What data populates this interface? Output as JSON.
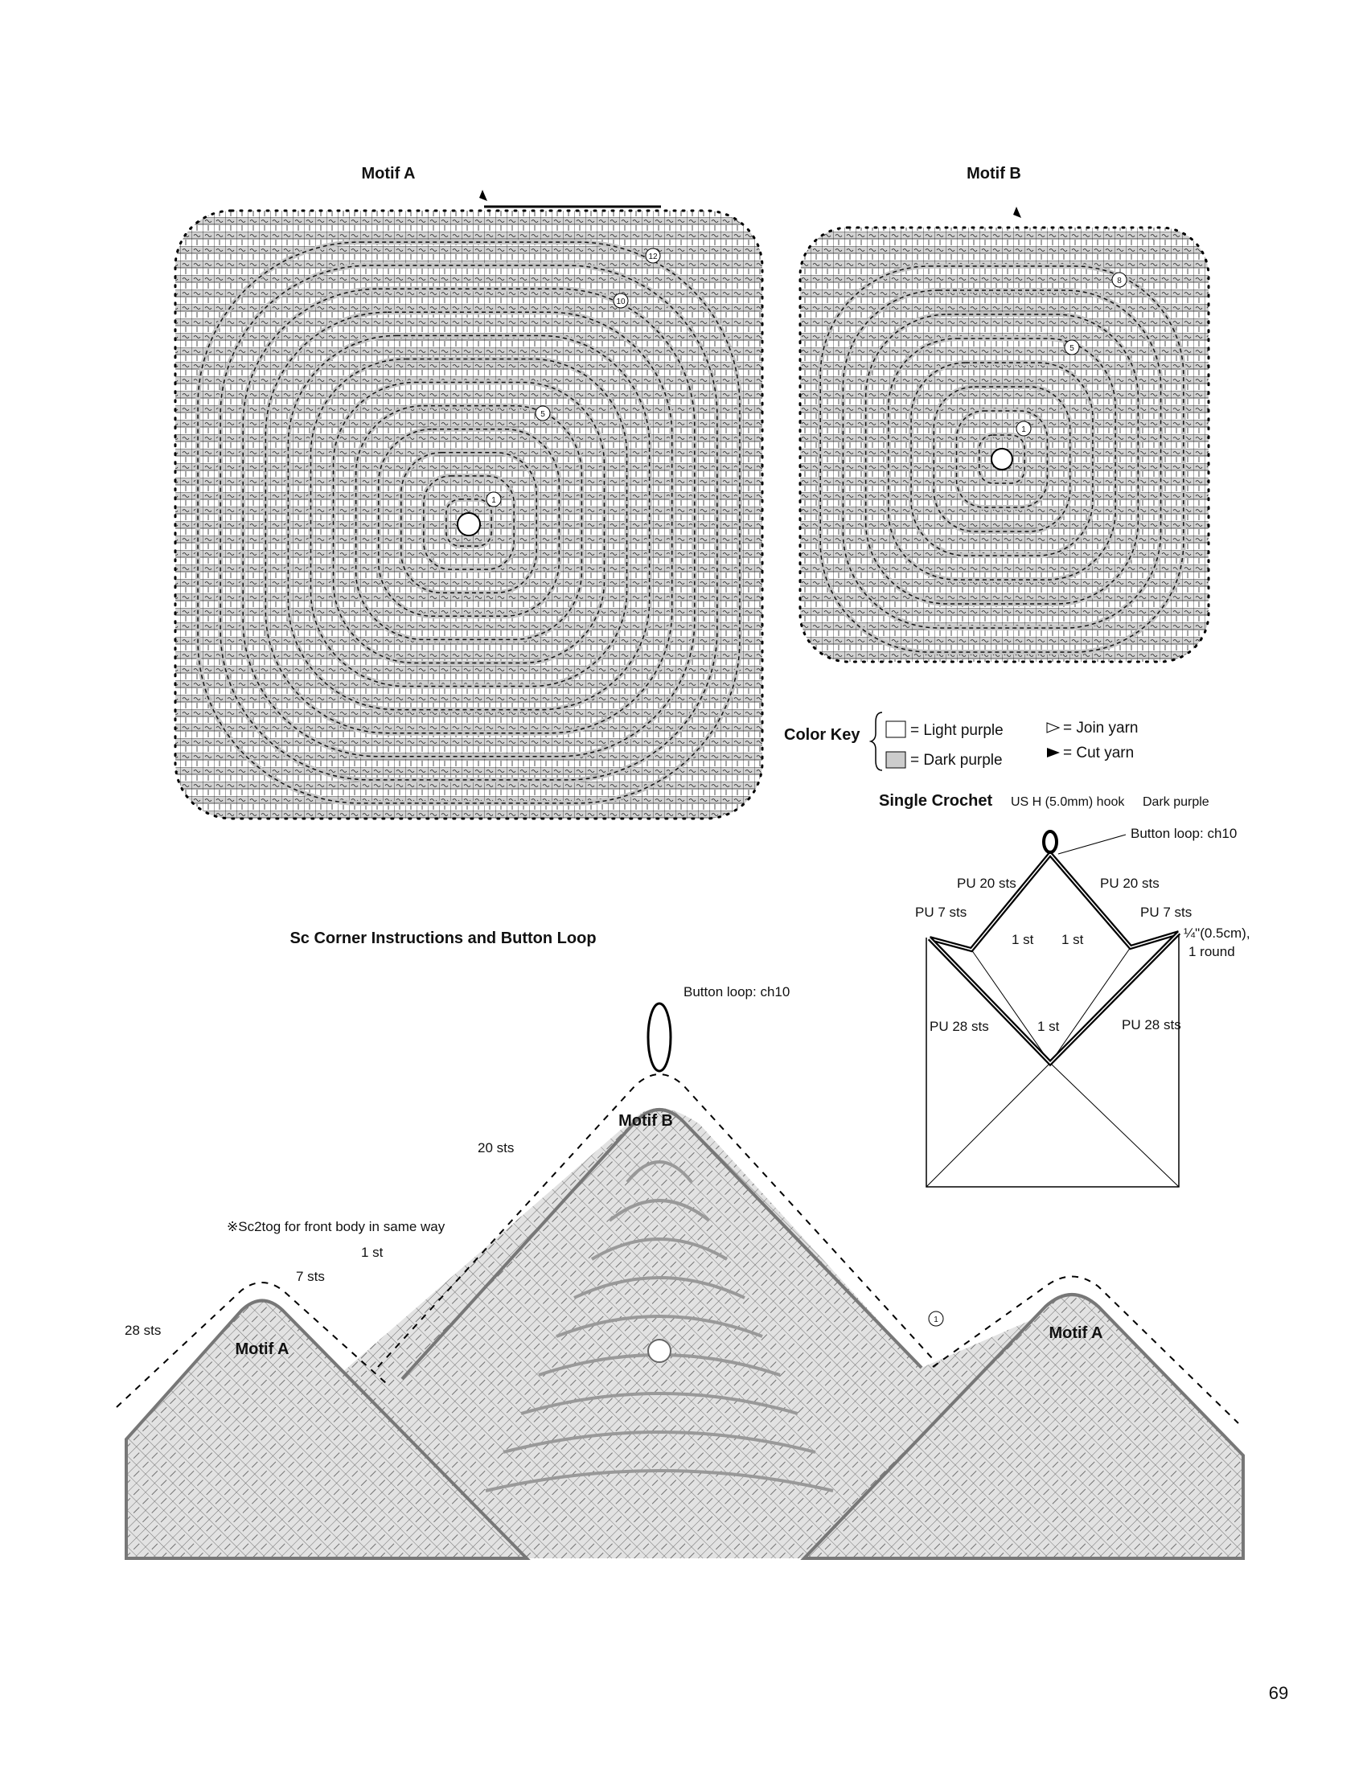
{
  "page": {
    "number": "69"
  },
  "motif_a": {
    "title": "Motif A",
    "round_labels": [
      "12",
      "10",
      "5",
      "1"
    ]
  },
  "motif_b": {
    "title": "Motif B",
    "round_labels": [
      "8",
      "5",
      "1"
    ]
  },
  "color_key": {
    "title": "Color Key",
    "light": "= Light purple",
    "dark": "= Dark purple",
    "join": "= Join yarn",
    "cut": "= Cut yarn",
    "light_color": "#ffffff",
    "dark_color": "#cccccc"
  },
  "single_crochet": {
    "title": "Single Crochet",
    "hook": "US H (5.0mm) hook",
    "yarn": "Dark purple",
    "button_loop": "Button loop: ch10",
    "pu20_left": "PU 20 sts",
    "pu20_right": "PU 20 sts",
    "pu7_left": "PU 7 sts",
    "pu7_right": "PU 7 sts",
    "st_left": "1 st",
    "st_right": "1 st",
    "st_bottom": "1 st",
    "width_note": "¼\"(0.5cm),",
    "rounds_note": "1 round",
    "pu28_left": "PU 28 sts",
    "pu28_right": "PU 28 sts"
  },
  "corner": {
    "title": "Sc Corner Instructions and Button Loop",
    "button_loop": "Button loop: ch10",
    "motif_b": "Motif B",
    "motif_a_left": "Motif A",
    "motif_a_right": "Motif A",
    "sts20": "20 sts",
    "note": "※Sc2tog for front body in same way",
    "st1": "1 st",
    "sts7": "7 sts",
    "sts28": "28 sts",
    "round_label": "1"
  }
}
